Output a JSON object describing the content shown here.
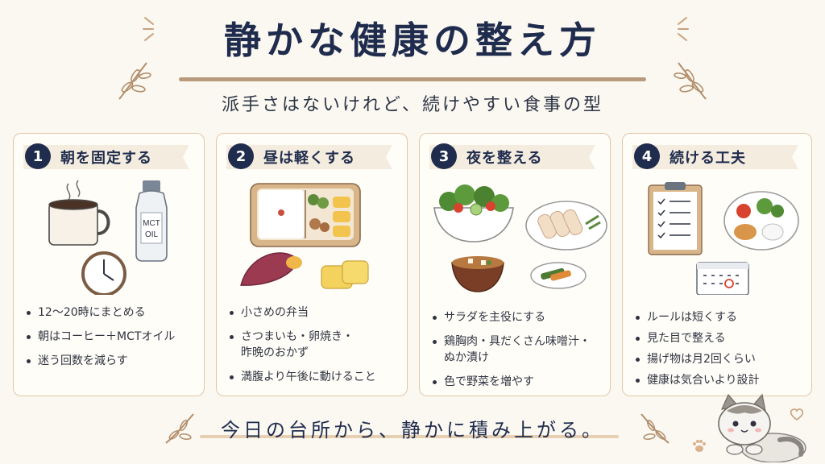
{
  "title": "静かな健康の整え方",
  "subtitle": "派手さはないけれど、続けやすい食事の型",
  "cards": [
    {
      "number": "1",
      "title": "朝を固定する",
      "bottle_label_line1": "MCT",
      "bottle_label_line2": "OIL",
      "bullets": [
        "12〜20時にまとめる",
        "朝はコーヒー＋MCTオイル",
        "迷う回数を減らす"
      ]
    },
    {
      "number": "2",
      "title": "昼は軽くする",
      "bullets": [
        "小さめの弁当",
        "さつまいも・卵焼き・\n昨晩のおかず",
        "満腹より午後に動けること"
      ]
    },
    {
      "number": "3",
      "title": "夜を整える",
      "bullets": [
        "サラダを主役にする",
        "鶏胸肉・具だくさん味噌汁・\nぬか漬け",
        "色で野菜を増やす"
      ]
    },
    {
      "number": "4",
      "title": "続ける工夫",
      "bullets": [
        "ルールは短くする",
        "見た目で整える",
        "揚げ物は月2回くらい",
        "健康は気合いより設計"
      ]
    }
  ],
  "footer": "今日の台所から、静かに積み上がる。",
  "colors": {
    "navy": "#1f2c4d",
    "ribbon": "#f4ecdf",
    "border": "#e3c7a6",
    "accent": "#b89a7c"
  }
}
